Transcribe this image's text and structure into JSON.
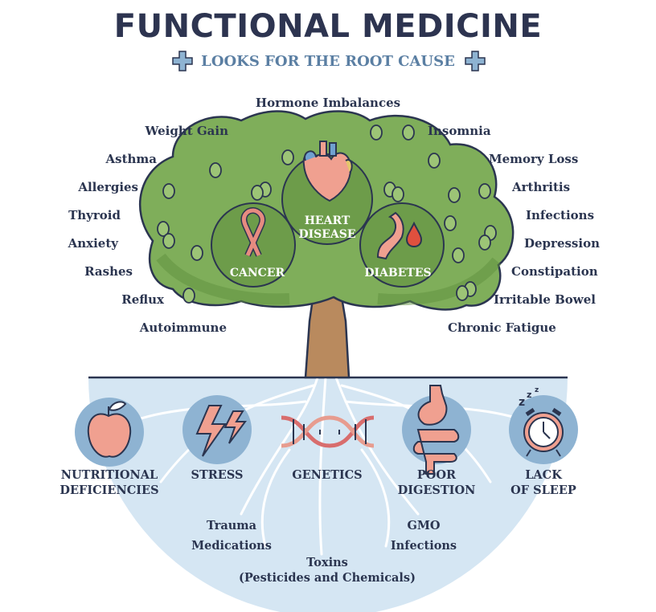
{
  "header": {
    "title": "FUNCTIONAL MEDICINE",
    "subtitle": "LOOKS FOR THE ROOT CAUSE"
  },
  "symptoms_left": [
    "Weight Gain",
    "Asthma",
    "Allergies",
    "Thyroid",
    "Anxiety",
    "Rashes",
    "Reflux",
    "Autoimmune"
  ],
  "symptoms_top": "Hormone Imbalances",
  "symptoms_right": [
    "Insomnia",
    "Memory Loss",
    "Arthritis",
    "Infections",
    "Depression",
    "Constipation",
    "Irritable Bowel",
    "Chronic Fatigue"
  ],
  "diseases": {
    "heart": "HEART\nDISEASE",
    "cancer": "CANCER",
    "diabetes": "DIABETES"
  },
  "root_causes": [
    {
      "label": "NUTRITIONAL\nDEFICIENCIES",
      "icon": "apple-icon"
    },
    {
      "label": "STRESS",
      "icon": "lightning-icon"
    },
    {
      "label": "GENETICS",
      "icon": "dna-icon"
    },
    {
      "label": "POOR\nDIGESTION",
      "icon": "stomach-icon"
    },
    {
      "label": "LACK\nOF SLEEP",
      "icon": "alarm-clock-icon"
    }
  ],
  "other_causes": {
    "trauma": "Trauma",
    "medications": "Medications",
    "gmo": "GMO",
    "infections": "Infections",
    "toxins": "Toxins",
    "toxins_detail": "(Pesticides and Chemicals)"
  },
  "colors": {
    "title": "#2d3450",
    "subtitle": "#5b7fa3",
    "foliage": "#7fae5a",
    "foliage_dark": "#5f8f3e",
    "trunk": "#b98a5e",
    "soil": "#cfe1f0",
    "accent_pink": "#f0a090"
  }
}
